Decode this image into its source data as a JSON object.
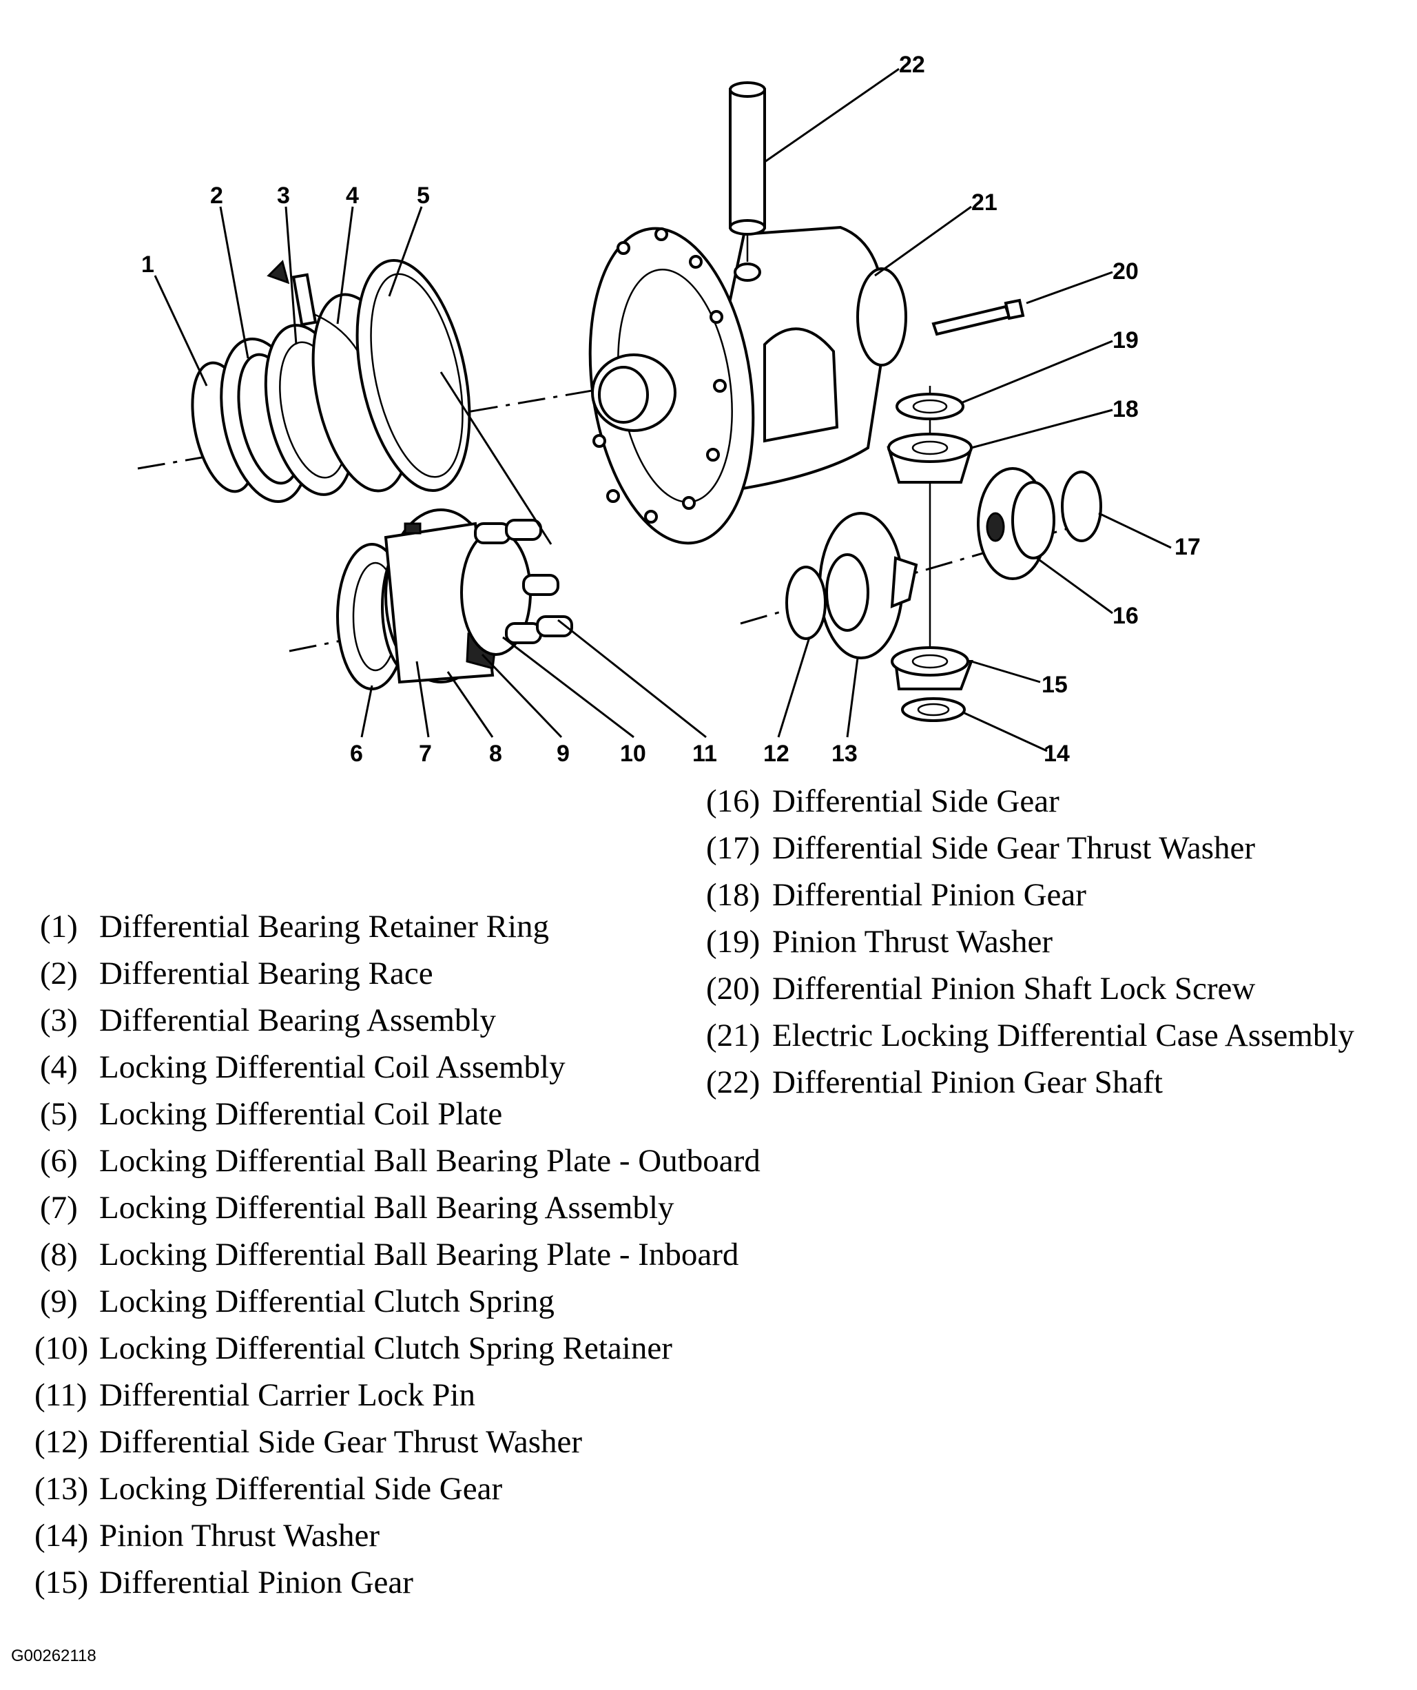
{
  "callouts": [
    "1",
    "2",
    "3",
    "4",
    "5",
    "6",
    "7",
    "8",
    "9",
    "10",
    "11",
    "12",
    "13",
    "14",
    "15",
    "16",
    "17",
    "18",
    "19",
    "20",
    "21",
    "22"
  ],
  "legend": [
    {
      "num": "(1)",
      "label": "Differential Bearing Retainer Ring"
    },
    {
      "num": "(2)",
      "label": "Differential Bearing Race"
    },
    {
      "num": "(3)",
      "label": "Differential Bearing Assembly"
    },
    {
      "num": "(4)",
      "label": "Locking Differential Coil Assembly"
    },
    {
      "num": "(5)",
      "label": "Locking Differential Coil Plate"
    },
    {
      "num": "(6)",
      "label": "Locking Differential Ball Bearing Plate - Outboard"
    },
    {
      "num": "(7)",
      "label": "Locking Differential Ball Bearing Assembly"
    },
    {
      "num": "(8)",
      "label": "Locking Differential Ball Bearing Plate - Inboard"
    },
    {
      "num": "(9)",
      "label": "Locking Differential Clutch Spring"
    },
    {
      "num": "(10)",
      "label": "Locking Differential Clutch Spring Retainer"
    },
    {
      "num": "(11)",
      "label": "Differential Carrier Lock Pin"
    },
    {
      "num": "(12)",
      "label": "Differential Side Gear Thrust Washer"
    },
    {
      "num": "(13)",
      "label": "Locking Differential Side Gear"
    },
    {
      "num": "(14)",
      "label": "Pinion Thrust Washer"
    },
    {
      "num": "(15)",
      "label": "Differential Pinion Gear"
    },
    {
      "num": "(16)",
      "label": "Differential Side Gear"
    },
    {
      "num": "(17)",
      "label": "Differential Side Gear Thrust Washer"
    },
    {
      "num": "(18)",
      "label": "Differential Pinion Gear"
    },
    {
      "num": "(19)",
      "label": "Pinion Thrust Washer"
    },
    {
      "num": "(20)",
      "label": "Differential Pinion Shaft Lock Screw"
    },
    {
      "num": "(21)",
      "label": "Electric Locking Differential Case Assembly"
    },
    {
      "num": "(22)",
      "label": "Differential Pinion Gear Shaft"
    }
  ],
  "figure_id": "G00262118"
}
